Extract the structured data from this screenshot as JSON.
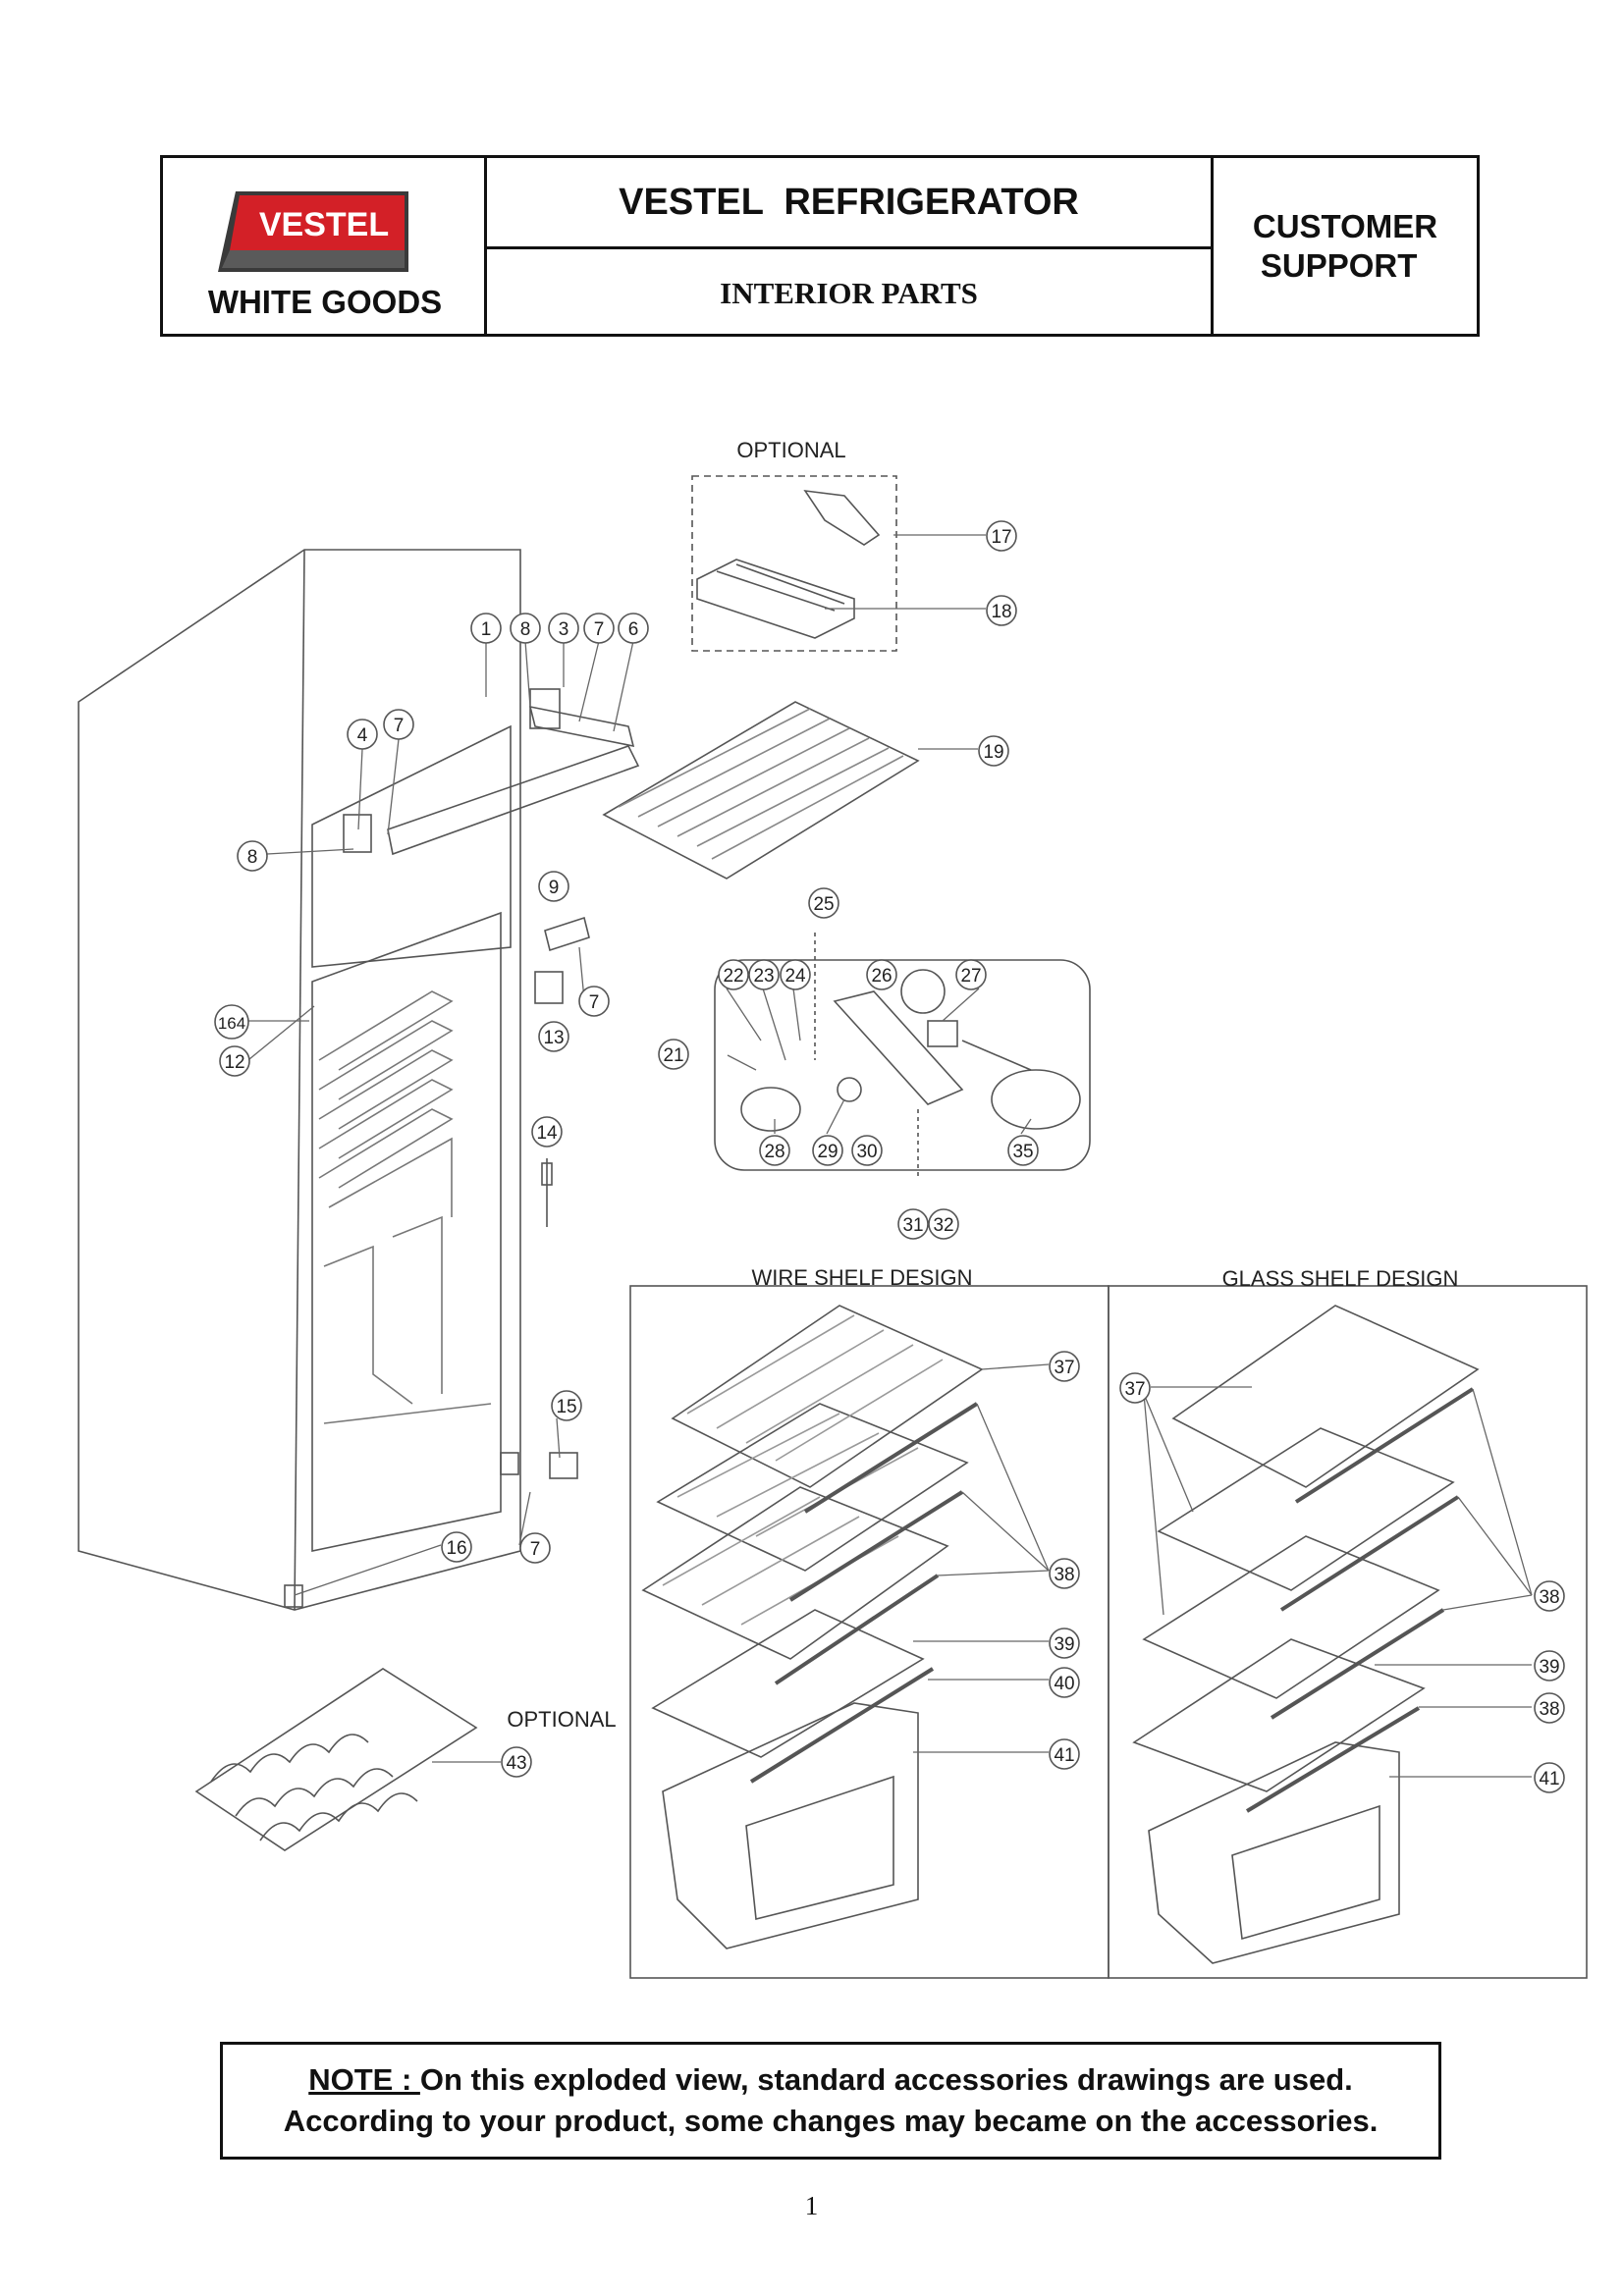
{
  "header": {
    "brand": "VESTEL",
    "brand_sub": "WHITE GOODS",
    "title": "VESTEL  REFRIGERATOR",
    "subtitle": "INTERIOR PARTS",
    "support_line1": "CUSTOMER",
    "support_line2": "SUPPORT"
  },
  "labels": {
    "optional_top": "OPTIONAL",
    "optional_bottom": "OPTIONAL",
    "wire_shelf": "WIRE SHELF DESIGN",
    "glass_shelf": "GLASS SHELF DESIGN"
  },
  "callouts": {
    "c1": "1",
    "c8a": "8",
    "c3": "3",
    "c7a": "7",
    "c6": "6",
    "c4": "4",
    "c7b": "7",
    "c8b": "8",
    "c164": "164",
    "c12": "12",
    "c9": "9",
    "c7c": "7",
    "c13": "13",
    "c14": "14",
    "c15": "15",
    "c16": "16",
    "c7d": "7",
    "c17": "17",
    "c18": "18",
    "c19": "19",
    "c25": "25",
    "c22": "22",
    "c23": "23",
    "c24": "24",
    "c26": "26",
    "c27": "27",
    "c21": "21",
    "c28": "28",
    "c29": "29",
    "c30": "30",
    "c35": "35",
    "c31": "31",
    "c32": "32",
    "w37": "37",
    "w38": "38",
    "w39": "39",
    "w40": "40",
    "w41": "41",
    "g37": "37",
    "g38a": "38",
    "g39": "39",
    "g38b": "38",
    "g41": "41",
    "c43": "43"
  },
  "note": {
    "prefix": "NOTE : ",
    "line1": "On this exploded view, standard accessories drawings are used.",
    "line2": "According to your product, some changes may became on the accessories."
  },
  "page_number": "1",
  "colors": {
    "logo_red": "#d32027",
    "logo_dark": "#3a3a3a",
    "line": "#555555"
  }
}
